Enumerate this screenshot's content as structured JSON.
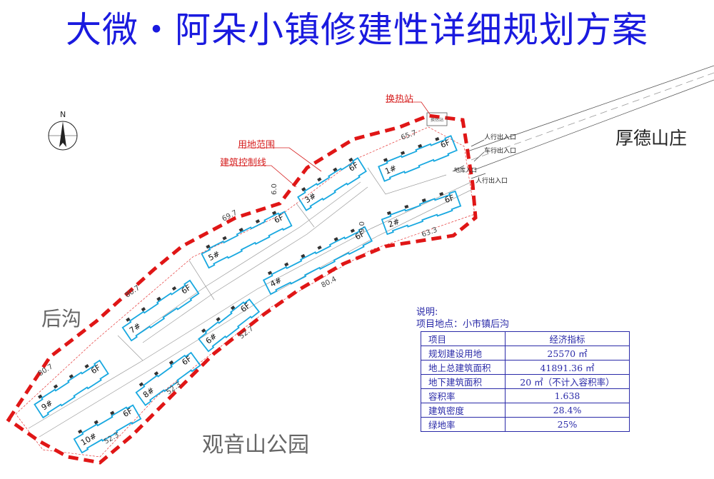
{
  "title": "大微・阿朵小镇修建性详细规划方案",
  "north_label": "N",
  "places": {
    "houde": "厚德山庄",
    "hougou": "后沟",
    "guanyin": "观音山公园"
  },
  "callouts": {
    "heat_station": "换热站",
    "site_boundary": "用地范围",
    "build_line": "建筑控制线",
    "ped_entry_1": "人行出入口",
    "car_entry": "车行出入口",
    "ped_entry_2": "人行出入口",
    "garage_entry": "地库入口"
  },
  "buildings": [
    {
      "id": "1#",
      "floors": "6F"
    },
    {
      "id": "2#",
      "floors": "6F"
    },
    {
      "id": "3#",
      "floors": "6F"
    },
    {
      "id": "4#",
      "floors": "6F"
    },
    {
      "id": "5#",
      "floors": "6F"
    },
    {
      "id": "6#",
      "floors": "6F"
    },
    {
      "id": "7#",
      "floors": "6F"
    },
    {
      "id": "8#",
      "floors": "6F"
    },
    {
      "id": "9#",
      "floors": "6F"
    },
    {
      "id": "10#",
      "floors": "6F"
    }
  ],
  "dimensions": [
    "65.7",
    "63.3",
    "80.7",
    "80.7",
    "69.7",
    "52.7",
    "52.3",
    "52.3",
    "80.4",
    "6.0",
    "9.0"
  ],
  "note": {
    "heading": "说明:",
    "location": "项目地点：小市镇后沟"
  },
  "indicator_table": {
    "headers": [
      "项目",
      "经济指标"
    ],
    "rows": [
      [
        "规划建设用地",
        "25570 ㎡"
      ],
      [
        "地上总建筑面积",
        "41891.36 ㎡"
      ],
      [
        "地下建筑面积",
        "20 ㎡（不计入容积率）"
      ],
      [
        "容积率",
        "1.638"
      ],
      [
        "建筑密度",
        "28.4%"
      ],
      [
        "绿地率",
        "25%"
      ]
    ]
  },
  "colors": {
    "title": "#1a1adf",
    "boundary": "#e01616",
    "building": "#18a8e0",
    "table_text": "#2a2aa8"
  }
}
